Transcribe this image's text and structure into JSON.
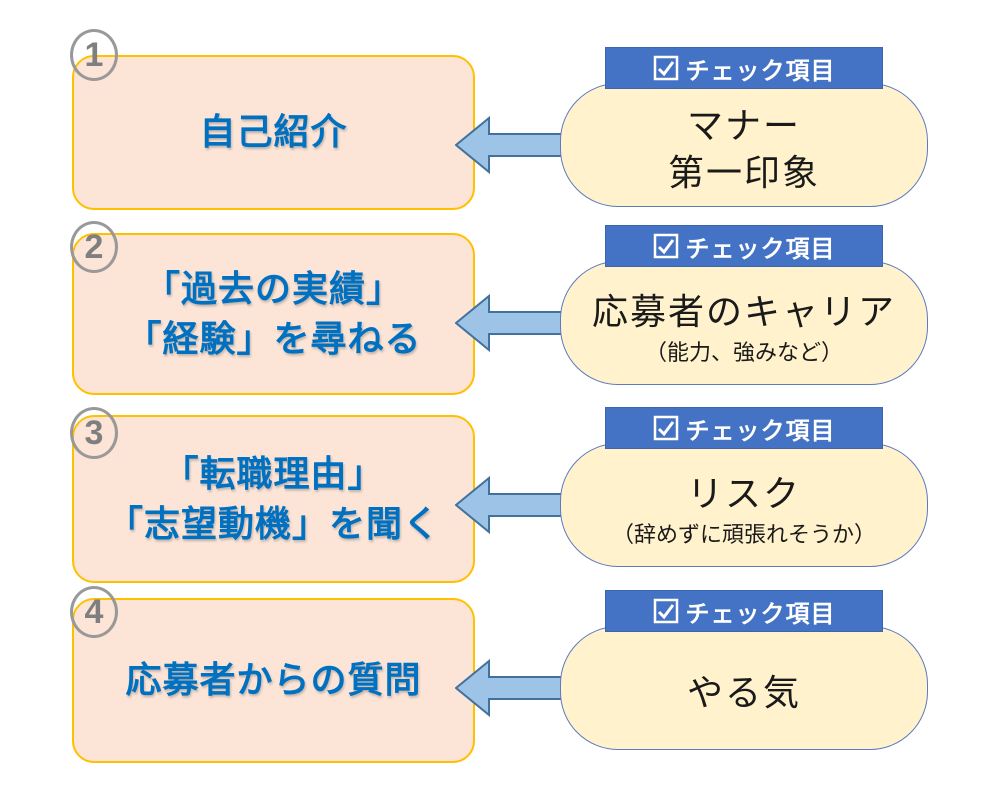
{
  "colors": {
    "step-fill": "#FCE4D6",
    "step-border": "#FFC000",
    "step-title": "#0070C0",
    "header-fill": "#4472C4",
    "panel-fill": "#FFF2CC",
    "panel-border": "#5B7AC0",
    "arrow-fill": "#9DC3E6",
    "arrow-border": "#41719C",
    "number-gray": "#7F7F7F"
  },
  "header_label": "チェック項目",
  "rows": [
    {
      "number": "1",
      "step": "自己紹介",
      "check_main": "マナー\n第一印象",
      "check_sub": ""
    },
    {
      "number": "2",
      "step": "「過去の実績」\n「経験」を尋ねる",
      "check_main": "応募者のキャリア",
      "check_sub": "（能力、強みなど）"
    },
    {
      "number": "3",
      "step": "「転職理由」\n「志望動機」を聞く",
      "check_main": "リスク",
      "check_sub": "（辞めずに頑張れそうか）"
    },
    {
      "number": "4",
      "step": "応募者からの質問",
      "check_main": "やる気",
      "check_sub": ""
    }
  ]
}
